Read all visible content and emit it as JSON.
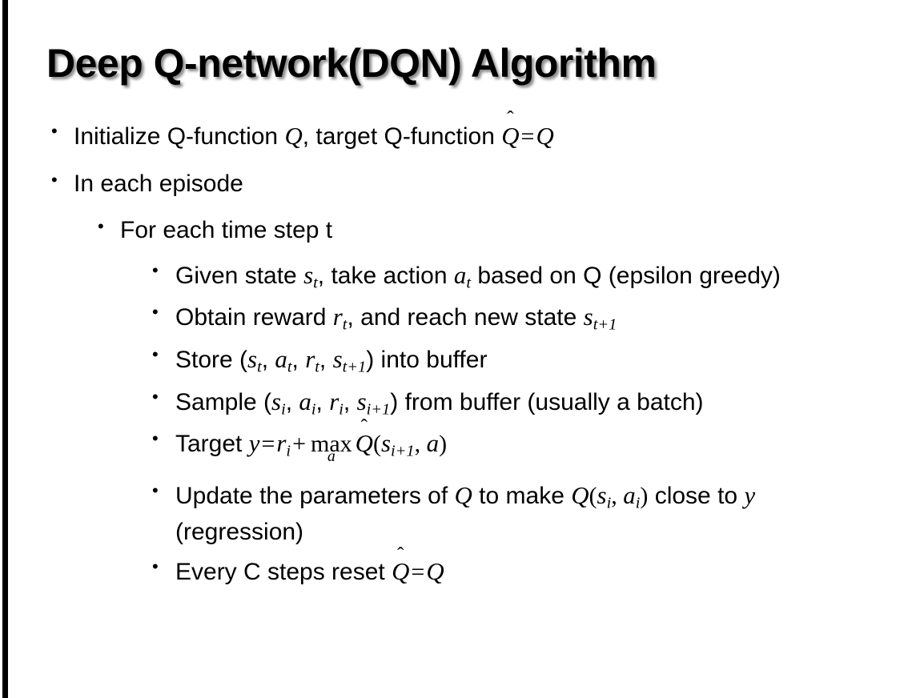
{
  "slide": {
    "title": "Deep Q-network(DQN) Algorithm",
    "background_color": "#ffffff",
    "text_color": "#000000",
    "accent_rule_color": "#000000",
    "bullet_marker": "•",
    "content": {
      "initialize": {
        "prefix": "Initialize Q-function ",
        "var_q": "Q",
        "mid": ", target Q-function ",
        "hat_q": "Q",
        "hat_accent": "̂",
        "equals": "=",
        "tail_q": "Q"
      },
      "in_each_episode": "In each episode",
      "for_each_time_step": "For each time step t",
      "given_state": {
        "part1": "Given state ",
        "s": "s",
        "s_sub": "t",
        "part2": ", take action ",
        "a": "a",
        "a_sub": "t",
        "part3": " based on Q (epsilon greedy)"
      },
      "obtain_reward": {
        "part1": "Obtain reward ",
        "r": "r",
        "r_sub": "t",
        "part2": ", and reach new state ",
        "s": "s",
        "s_sub": "t+1"
      },
      "store": {
        "part1": "Store (",
        "s1": "s",
        "s1_sub": "t",
        "sep1": ", ",
        "a1": "a",
        "a1_sub": "t",
        "sep2": ", ",
        "r1": "r",
        "r1_sub": "t",
        "sep3": ", ",
        "s2": "s",
        "s2_sub": "t+1",
        "part2": ") into buffer"
      },
      "sample": {
        "part1": "Sample (",
        "s1": "s",
        "s1_sub": "i",
        "sep1": ", ",
        "a1": "a",
        "a1_sub": "i",
        "sep2": ", ",
        "r1": "r",
        "r1_sub": "i",
        "sep3": ", ",
        "s2": "s",
        "s2_sub": "i+1",
        "part2": ") from buffer (usually a batch)"
      },
      "target": {
        "part1": "Target ",
        "y": "y",
        "equals": "=",
        "r": "r",
        "r_sub": "i",
        "plus": "+",
        "max_op": "max",
        "max_under": "a",
        "hat_q": "Q",
        "hat_accent": "̂",
        "open": "(",
        "s": "s",
        "s_sub": "i+1",
        "comma": ", ",
        "a": "a",
        "close": ")"
      },
      "update": {
        "part1": "Update the parameters of ",
        "q1": "Q",
        "part2": " to make ",
        "q2": "Q",
        "open": "(",
        "s": "s",
        "s_sub": "i",
        "comma": ", ",
        "a": "a",
        "a_sub": "i",
        "close": ")",
        "part3": " close to ",
        "y": "y",
        "part4": " (regression)"
      },
      "reset": {
        "part1": "Every C steps reset ",
        "hat_q": "Q",
        "hat_accent": "̂",
        "equals": "=",
        "q": "Q"
      }
    }
  }
}
